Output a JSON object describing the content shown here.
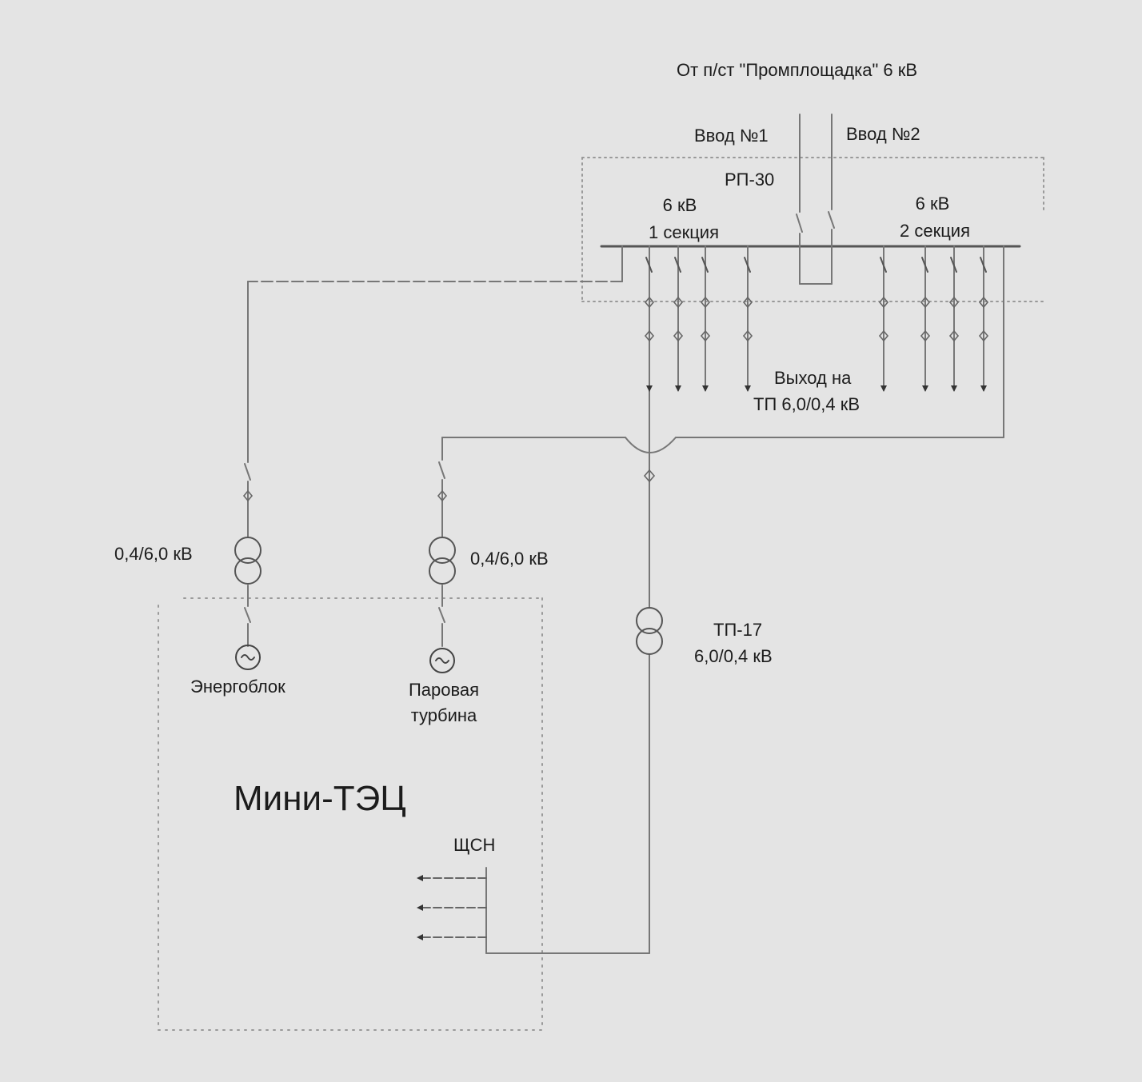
{
  "source": "От п/ст \"Промплощадка\" 6 кВ",
  "input1": "Ввод №1",
  "input2": "Ввод №2",
  "rp": "РП-30",
  "section1": {
    "voltage": "6 кВ",
    "name": "1 секция"
  },
  "section2": {
    "voltage": "6 кВ",
    "name": "2 секция"
  },
  "output": {
    "line1": "Выход на",
    "line2": "ТП  6,0/0,4 кВ"
  },
  "transformer_left": "0,4/6,0 кВ",
  "transformer_mid": "0,4/6,0 кВ",
  "tp17": {
    "name": "ТП-17",
    "voltage": "6,0/0,4 кВ"
  },
  "generator1": "Энергоблок",
  "generator2": {
    "line1": "Паровая",
    "line2": "турбина"
  },
  "plant": "Мини-ТЭЦ",
  "aux_board": "ЩСН"
}
